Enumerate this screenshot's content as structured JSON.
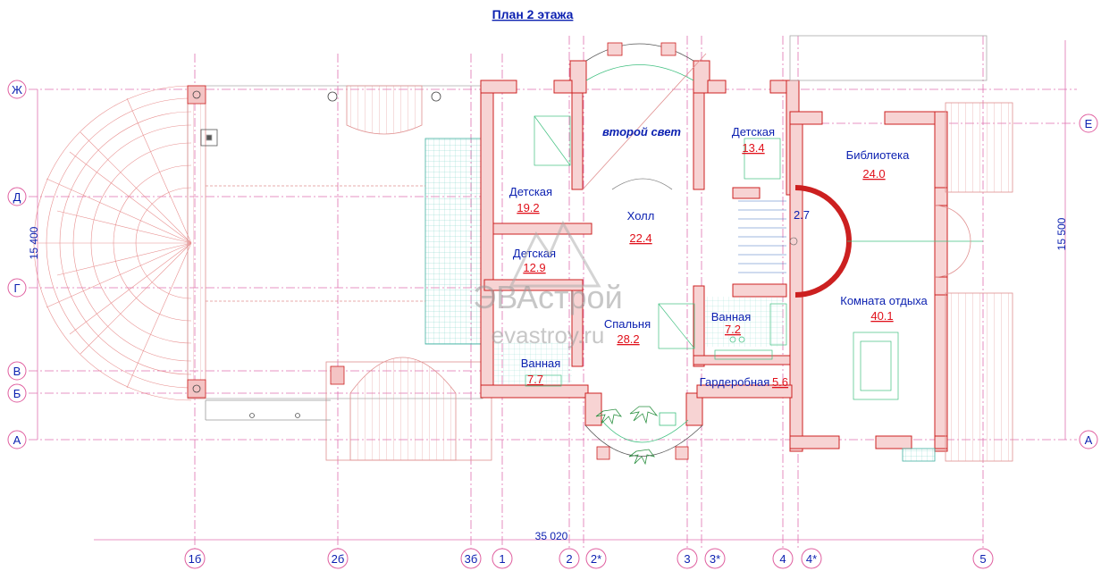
{
  "title": "План 2 этажа",
  "second_light": "второй свет",
  "rooms": [
    {
      "name": "Детская",
      "area": "19.2"
    },
    {
      "name": "Детская",
      "area": "12.9"
    },
    {
      "name": "Холл",
      "area": "22.4"
    },
    {
      "name": "Детская",
      "area": "13.4"
    },
    {
      "name": "Библиотека",
      "area": "24.0"
    },
    {
      "name": "",
      "area": "2.7"
    },
    {
      "name": "Комната отдыха",
      "area": "40.1"
    },
    {
      "name": "Спальня",
      "area": "28.2"
    },
    {
      "name": "Ванная",
      "area": "7.2"
    },
    {
      "name": "Ванная",
      "area": "7.7"
    },
    {
      "name": "Гардеробная",
      "area": "5.6"
    }
  ],
  "axes_left": [
    "Ж",
    "Д",
    "Г",
    "В",
    "Б",
    "А"
  ],
  "axes_right": [
    "Е",
    "А"
  ],
  "axes_bottom": [
    "1б",
    "2б",
    "3б",
    "1",
    "2",
    "2*",
    "3",
    "3*",
    "4",
    "4*",
    "5"
  ],
  "dimensions": {
    "left": "15 400",
    "right": "15 500",
    "bottom": "35 020"
  },
  "watermark": {
    "brand": "ЭВАстрой",
    "site": "evastroy.ru"
  },
  "colors": {
    "wall": "#e8a0a0",
    "wall_stroke": "#cc2020",
    "grid": "#e060a0",
    "text": "#0a1fb0",
    "area": "#e0101a",
    "glass": "#40c080"
  }
}
